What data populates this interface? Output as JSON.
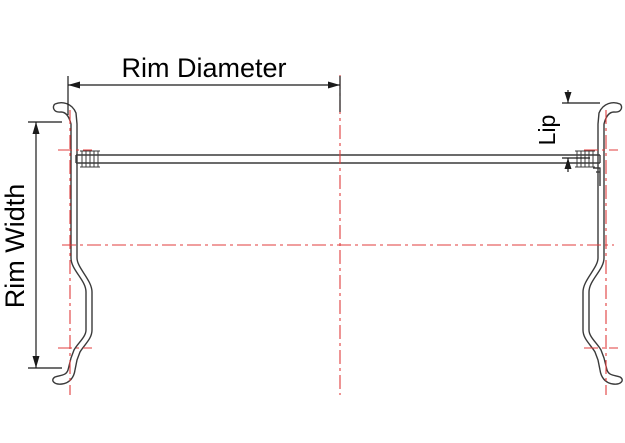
{
  "labels": {
    "rim_diameter": "Rim Diameter",
    "rim_width": "Rim Width",
    "lip": "Lip"
  },
  "colors": {
    "outline": "#3a3a3a",
    "dimension": "#1a1a1a",
    "centerline": "#e03c3c",
    "background": "#ffffff"
  }
}
